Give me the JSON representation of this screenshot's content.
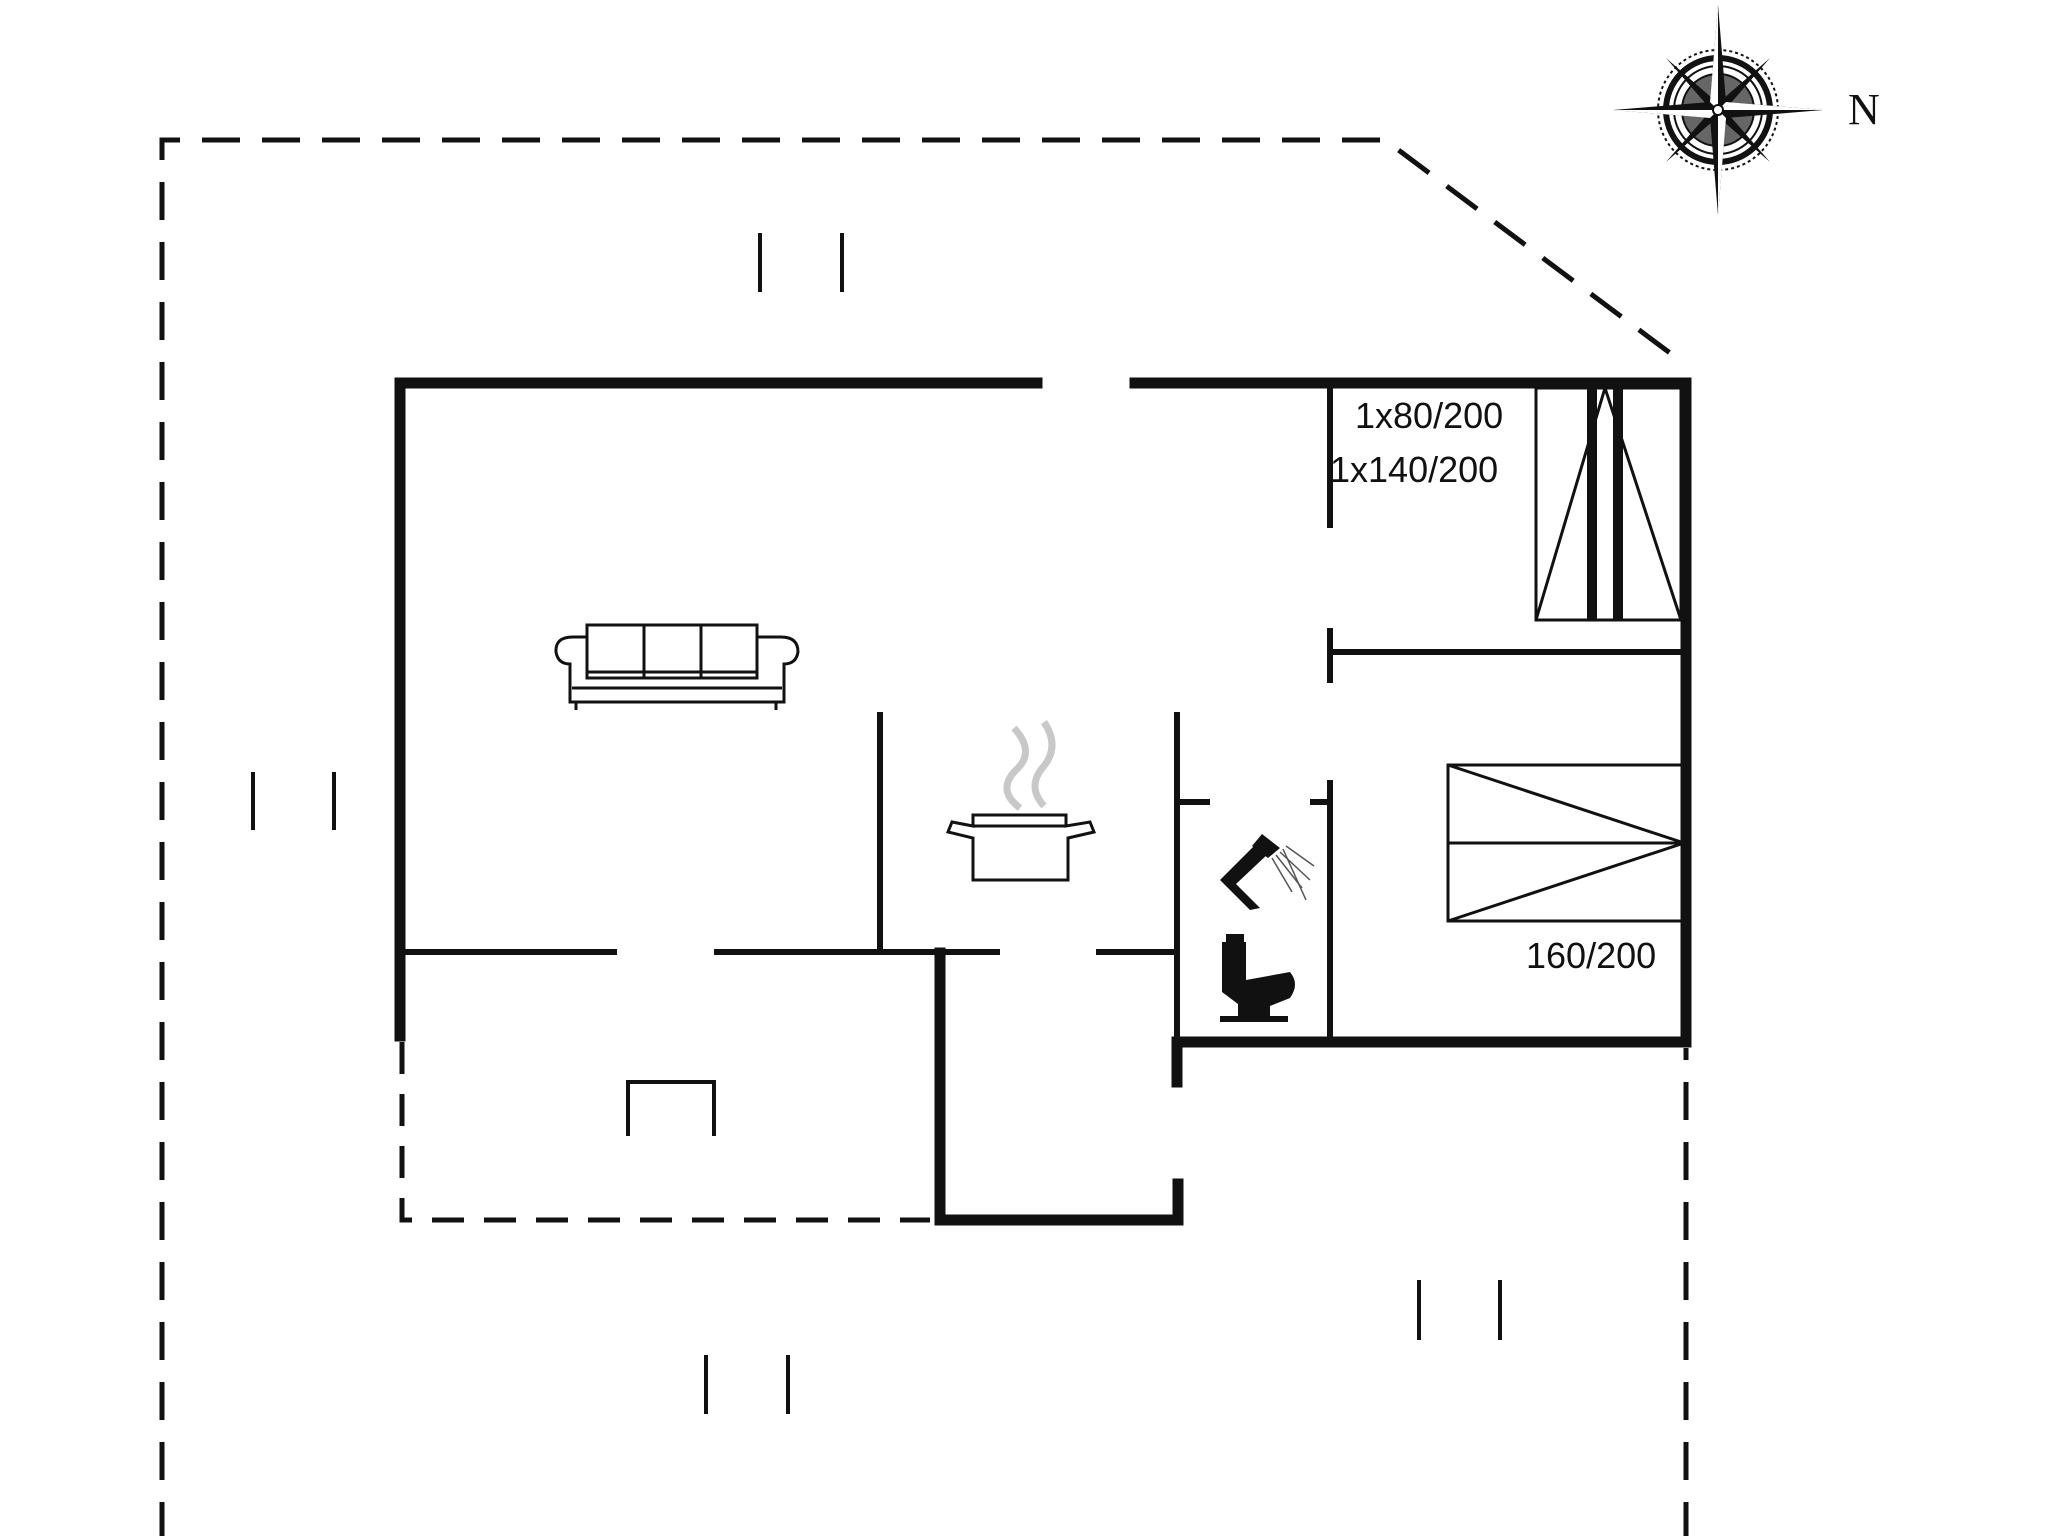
{
  "labels": {
    "bed_upper_1": "1x80/200",
    "bed_upper_2": "1x140/200",
    "bed_lower": "160/200"
  },
  "compass": {
    "north_letter": "N"
  },
  "icons": [
    "compass-rose-icon",
    "sofa-icon",
    "cooking-pot-icon",
    "shower-icon",
    "toilet-icon",
    "bunk-bed-icon",
    "double-bed-icon",
    "fireplace-icon"
  ]
}
